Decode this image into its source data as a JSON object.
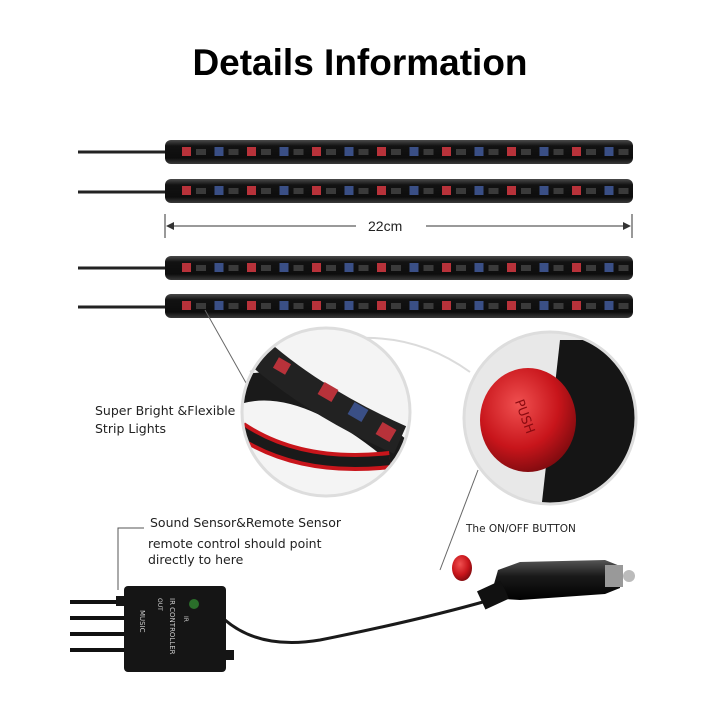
{
  "header": {
    "title": "Details Information"
  },
  "dimension": {
    "length": "22cm"
  },
  "callouts": {
    "strip_lights": "Super Bright &Flexible Strip Lights",
    "sound_sensor": "Sound Sensor&Remote Sensor",
    "remote_hint": "remote control should point directly to here",
    "onoff_button": "The ON/OFF BUTTON"
  },
  "controller": {
    "brand": "MUSIC",
    "label": "IR CONTROLLER",
    "port_out": "OUT",
    "port_ir": "IR"
  },
  "colors": {
    "strip": "#1a1a1a",
    "button": "#c8151b",
    "led_red": "#b8323a",
    "led_blue": "#3a4f86"
  }
}
